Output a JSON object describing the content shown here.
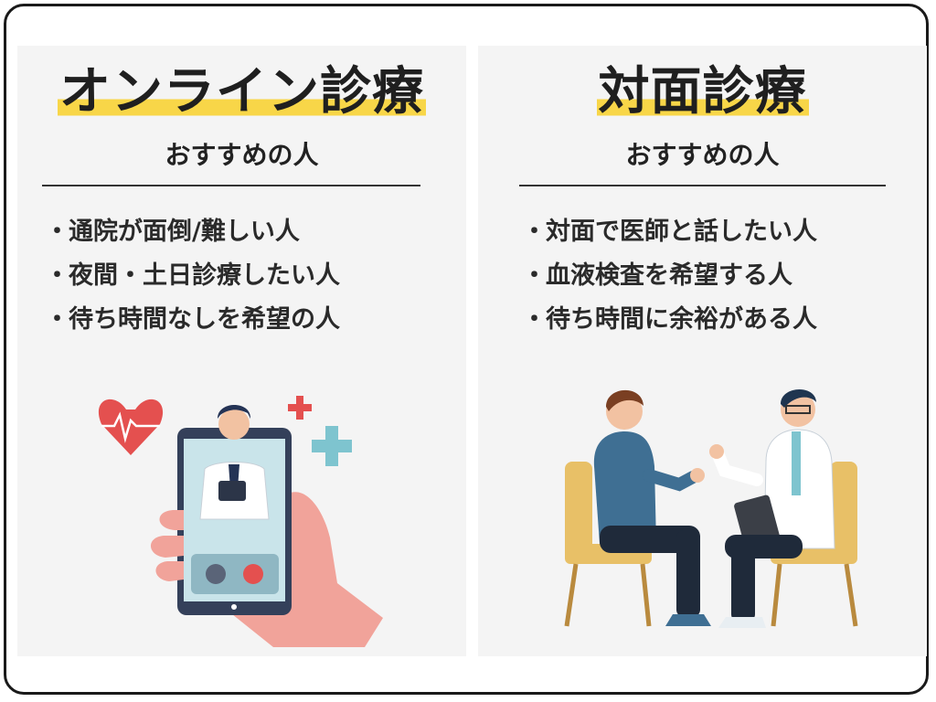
{
  "left": {
    "title": "オンライン診療",
    "subtitle": "おすすめの人",
    "items": [
      "通院が面倒/難しい人",
      "夜間・土日診療したい人",
      "待ち時間なしを希望の人"
    ]
  },
  "right": {
    "title": "対面診療",
    "subtitle": "おすすめの人",
    "items": [
      "対面で医師と話したい人",
      "血液検査を希望する人",
      "待ち時間に余裕がある人"
    ]
  },
  "bullet": "・",
  "colors": {
    "highlight": "#f8d648",
    "panel_bg": "#f4f4f4",
    "heart": "#e4504f",
    "plus_red": "#e4504f",
    "plus_blue": "#7ec4cf",
    "phone_body": "#34405a",
    "hand": "#f1a39a",
    "chair": "#e8c067",
    "patient_shirt": "#3f6f93",
    "doctor_coat": "#ffffff"
  },
  "icons": {
    "left_illustration": "doctor-on-phone-illustration",
    "right_illustration": "doctor-patient-consultation-illustration",
    "heart": "heart-beat-icon",
    "plus": "medical-plus-icon",
    "call_accept": "phone-accept-icon",
    "call_decline": "phone-decline-icon"
  }
}
